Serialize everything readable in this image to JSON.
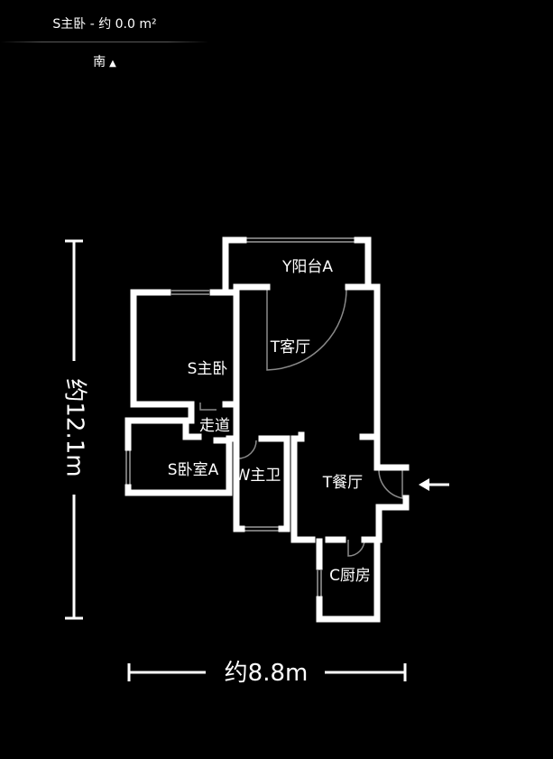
{
  "header": {
    "title": "S主卧 - 约 0.0 m²",
    "compass_label": "南",
    "compass_arrow": "▲"
  },
  "rooms": [
    {
      "label": "Y阳台A"
    },
    {
      "label": "T客厅"
    },
    {
      "label": "S主卧"
    },
    {
      "label": "走道"
    },
    {
      "label": "S卧室A"
    },
    {
      "label": "W主卫"
    },
    {
      "label": "T餐厅"
    },
    {
      "label": "C厨房"
    }
  ],
  "dimensions": {
    "width_label": "约8.8m",
    "height_label": "约12.1m"
  },
  "colors": {
    "background": "#000000",
    "wall": "#ffffff",
    "window": "#9a9a9a",
    "door_arc": "#8a8a8a"
  },
  "icons": {
    "entrance": "entrance-arrow-icon"
  }
}
